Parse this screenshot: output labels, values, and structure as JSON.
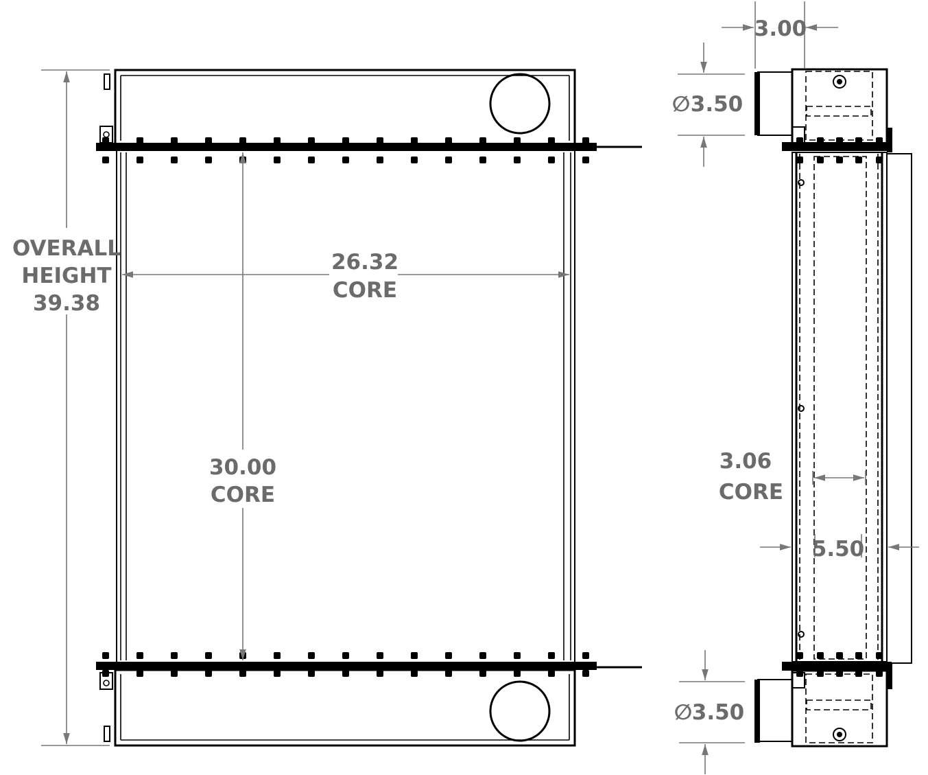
{
  "front_view": {
    "overall_height": {
      "line1": "OVERALL",
      "line2": "HEIGHT",
      "value": "39.38"
    },
    "core_width": {
      "value": "26.32",
      "label": "CORE"
    },
    "core_height": {
      "value": "30.00",
      "label": "CORE"
    }
  },
  "side_view": {
    "tank_depth": {
      "value": "3.00"
    },
    "top_port": {
      "diameter_symbol": "∅",
      "value": "3.50"
    },
    "bottom_port": {
      "diameter_symbol": "∅",
      "value": "3.50"
    },
    "core_depth": {
      "value": "3.06",
      "label": "CORE"
    },
    "overall_depth": {
      "value": "5.50"
    }
  },
  "colors": {
    "outline": "#000000",
    "dimension": "#6b6b6b"
  }
}
